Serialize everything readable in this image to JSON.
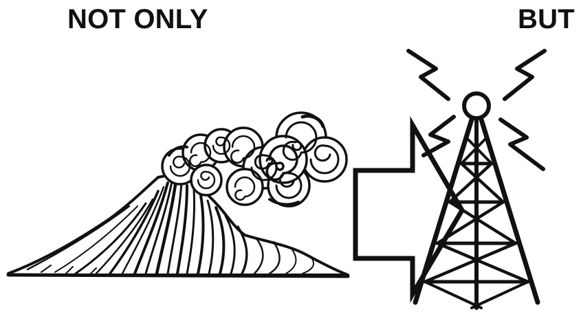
{
  "captions": {
    "left": "NOT ONLY",
    "right": "BUT"
  },
  "illustrations": {
    "left": "volcano-eruption",
    "middle": "arrow-right",
    "right": "radio-tower"
  },
  "colors": {
    "ink": "#111111",
    "background": "#ffffff"
  }
}
